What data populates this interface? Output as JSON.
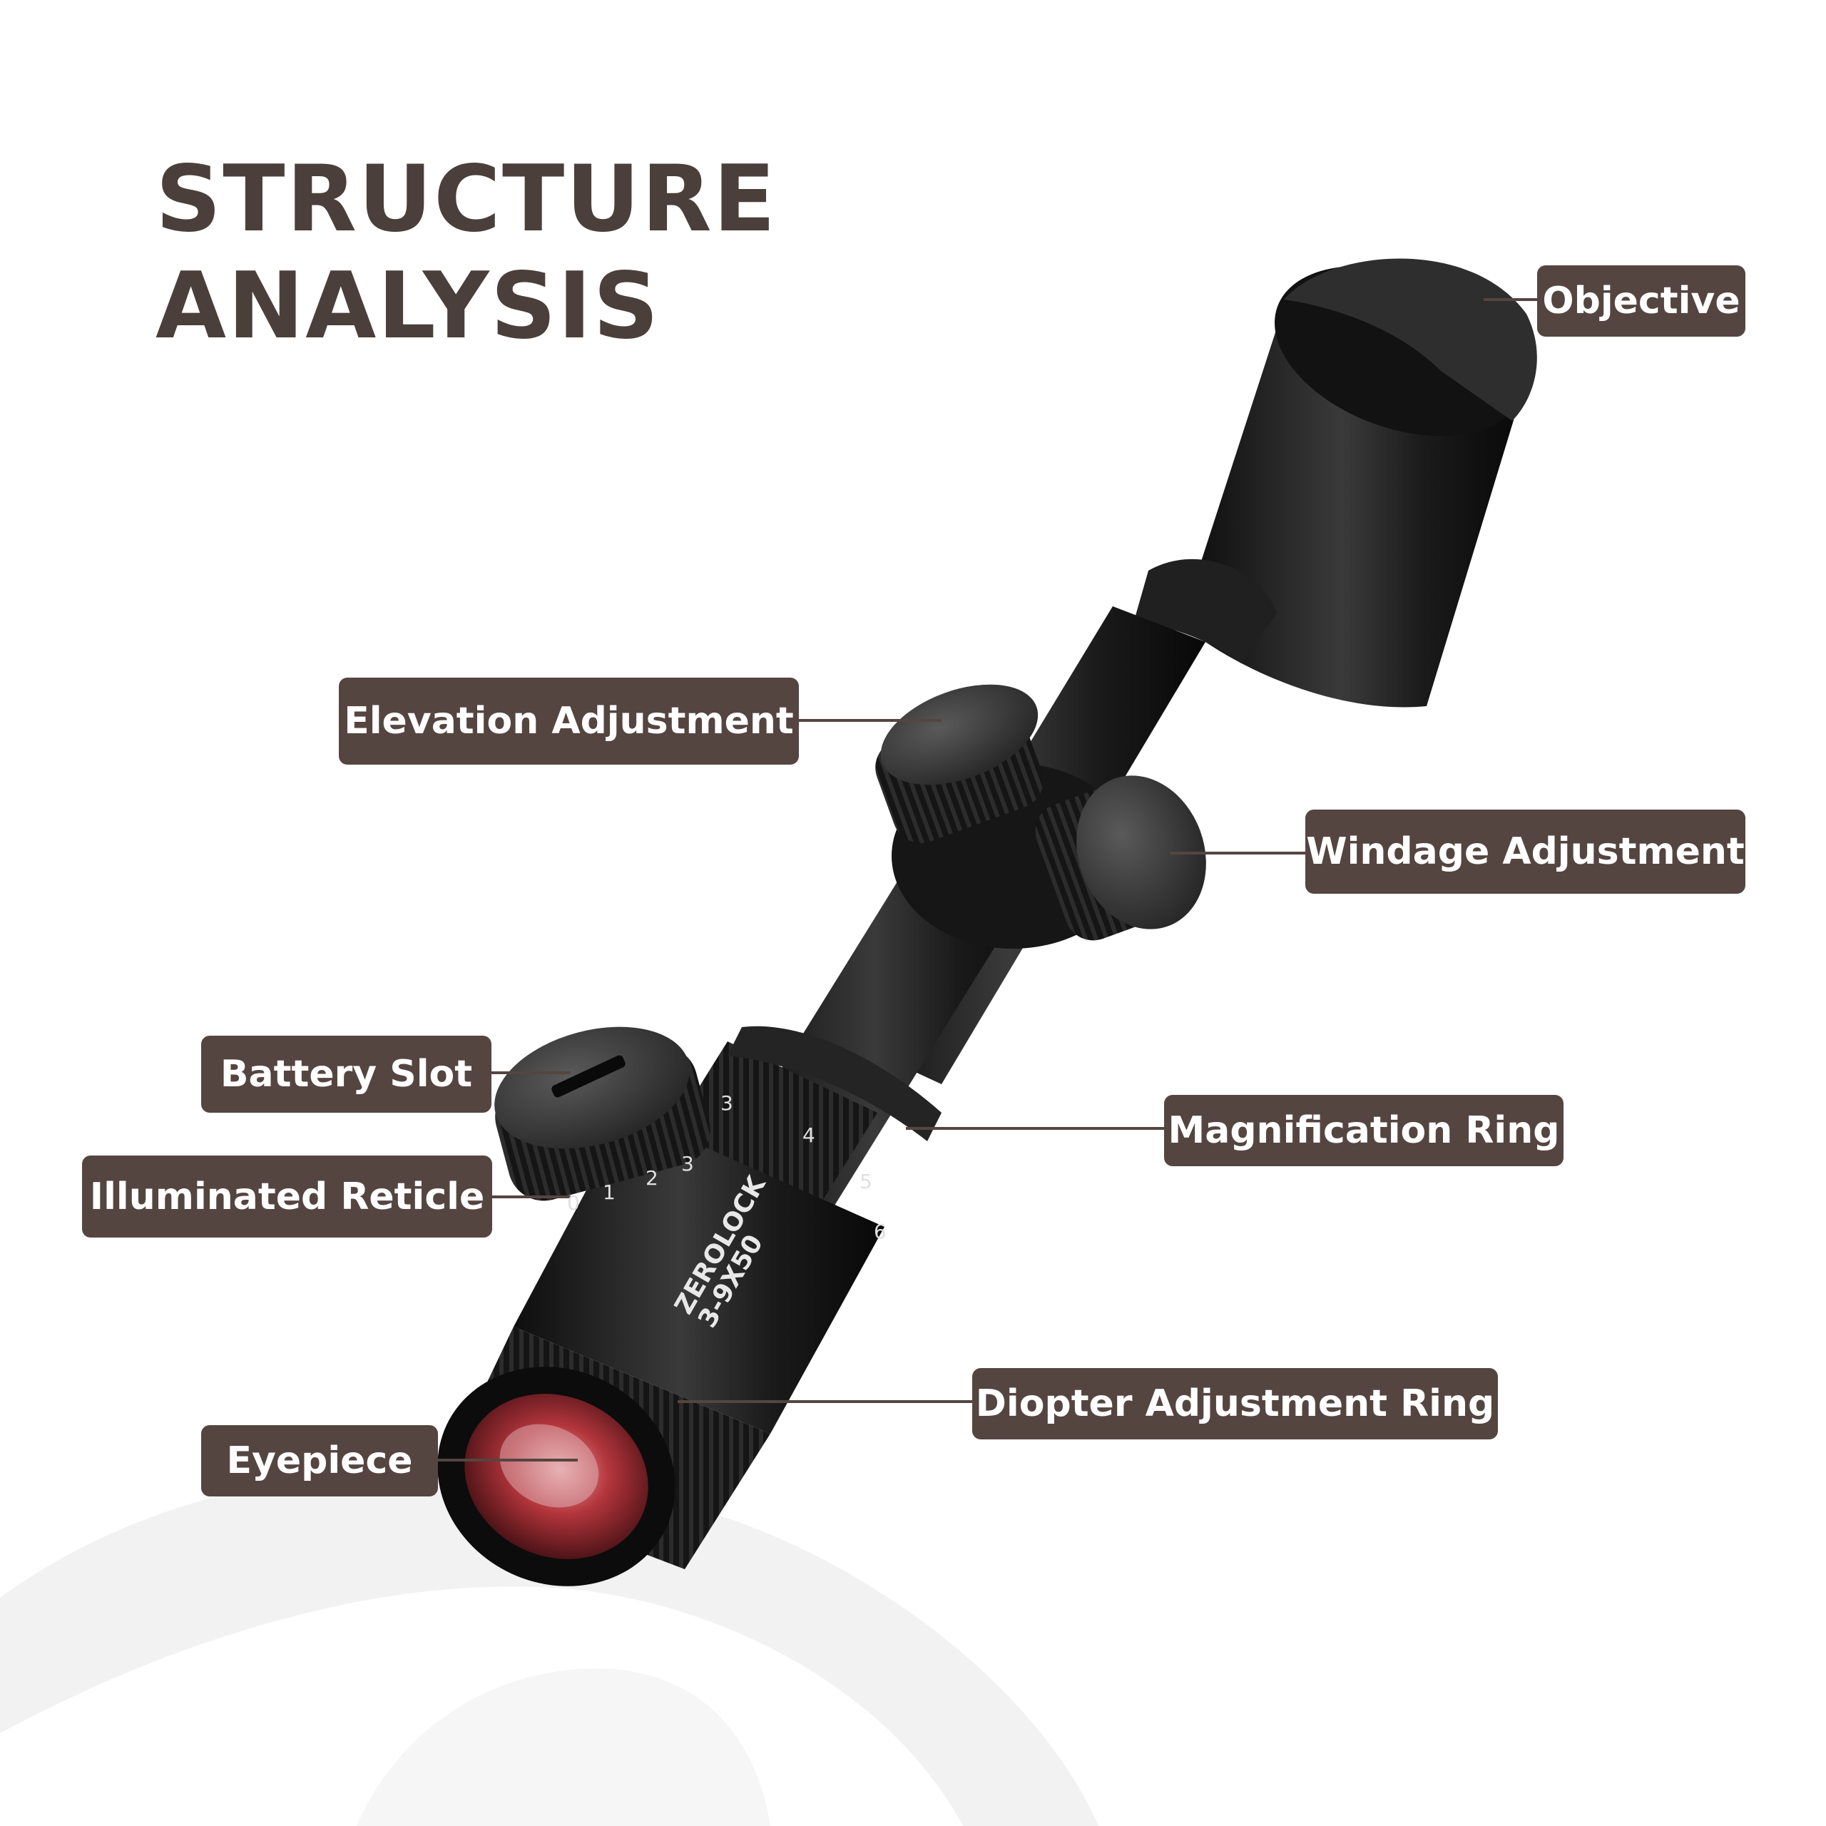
{
  "title": {
    "line1": "STRUCTURE",
    "line2": "ANALYSIS"
  },
  "product": {
    "brand": "ZEROLOCK",
    "model": "3-9X50"
  },
  "labels": {
    "objective": "Objective",
    "elevation": "Elevation Adjustment",
    "windage": "Windage Adjustment",
    "battery": "Battery Slot",
    "magnification": "Magnification Ring",
    "illuminated": "Illuminated Reticle",
    "diopter": "Diopter Adjustment Ring",
    "eyepiece": "Eyepiece"
  },
  "dial_numbers": {
    "illumination": [
      "0",
      "1",
      "2",
      "3"
    ],
    "magnification": [
      "3",
      "4",
      "5",
      "6"
    ]
  },
  "colors": {
    "label_bg": "#554540",
    "title": "#4a3f3a",
    "scope": "#1c1c1c",
    "lens": "#b3353c",
    "watermark": "#f2f2f2"
  }
}
